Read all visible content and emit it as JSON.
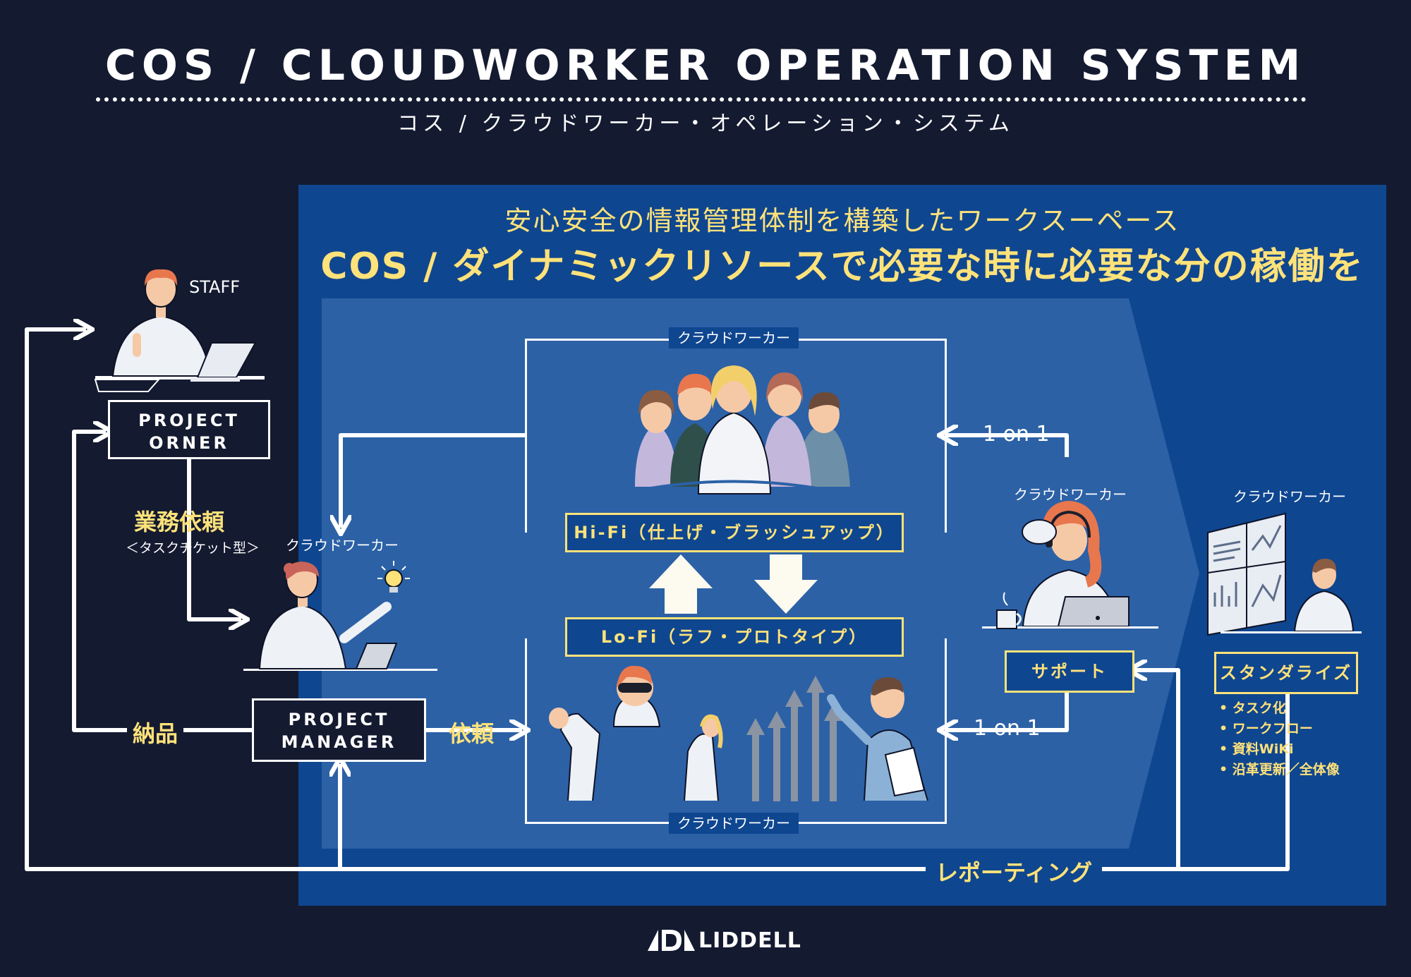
{
  "title": "COS / CLOUDWORKER OPERATION SYSTEM",
  "subtitle": "コス / クラウドワーカー・オペレーション・システム",
  "panel": {
    "headline_1": "安心安全の情報管理体制を構築したワークスーペース",
    "headline_2": "COS / ダイナミックリソースで必要な時に必要な分の稼働を"
  },
  "left": {
    "staff_label": "STAFF",
    "project_owner": "PROJECT\nORNER",
    "request_label": "業務依頼",
    "request_sub": "＜タスクチケット型＞",
    "pm_worker_label": "クラウドワーカー",
    "delivery_label": "納品",
    "project_manager": "PROJECT\nMANAGER",
    "order_label": "依頼"
  },
  "center": {
    "top_tag": "クラウドワーカー",
    "hifi_label": "Hi-Fi（仕上げ・ブラッシュアップ）",
    "lofi_label": "Lo-Fi（ラフ・プロトタイプ）",
    "bottom_tag": "クラウドワーカー"
  },
  "right": {
    "one_on_one_top": "1 on 1",
    "one_on_one_bottom": "1 on 1",
    "support_worker_label": "クラウドワーカー",
    "support_label": "サポート",
    "standardize_worker_label": "クラウドワーカー",
    "standardize_label": "スタンダライズ",
    "bullets": [
      "タスク化",
      "ワークフロー",
      "資料WiKi",
      "沿革更新／全体像"
    ]
  },
  "reporting_label": "レポーティング",
  "logo_text": "LIDDELL",
  "icons": [
    "arrow-icon",
    "lightbulb-icon",
    "speech-bubble-icon",
    "laptop-icon",
    "coffee-cup-icon",
    "dashboard-icon"
  ],
  "colors": {
    "background": "#141a30",
    "panel": "#0f4690",
    "inner": "#2c61a6",
    "accent": "#ffe27a",
    "line": "#ffffff"
  }
}
